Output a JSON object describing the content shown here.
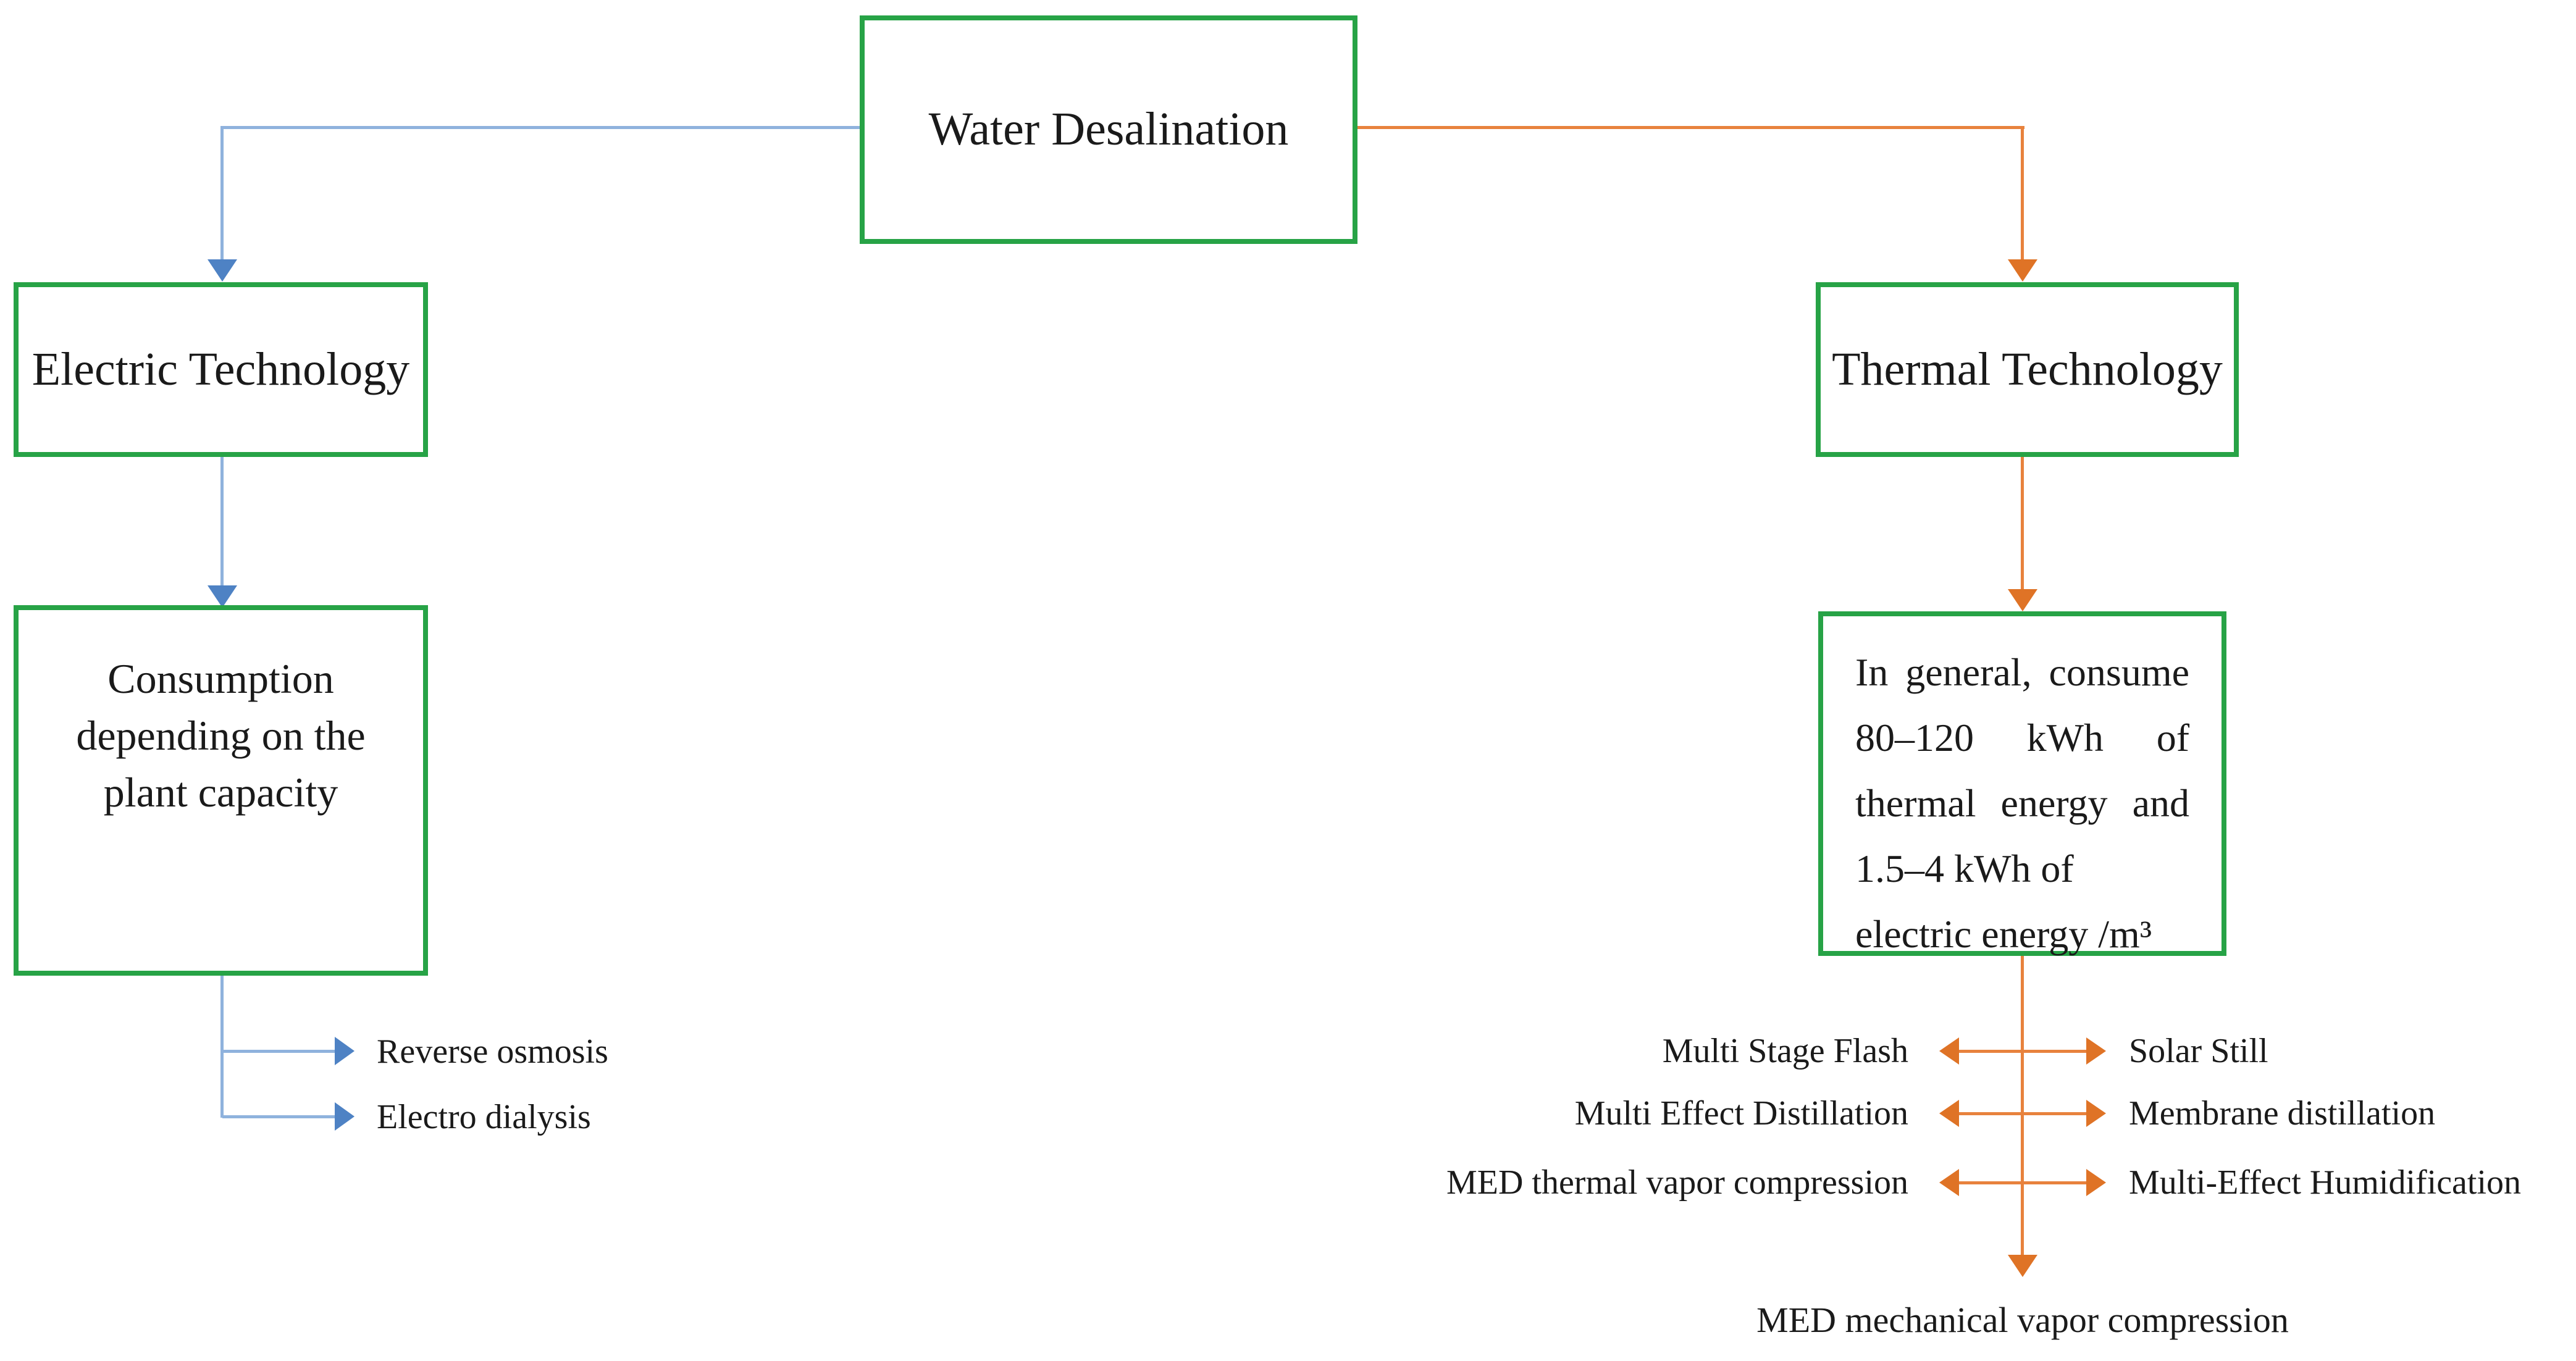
{
  "title": "Water Desalination technologies flowchart",
  "colors": {
    "box_border_green": "#27a346",
    "electric_branch_line_blue": "#8fb2dd",
    "electric_branch_arrow_blue": "#4e82c4",
    "thermal_branch_line_orange": "#e8823d",
    "thermal_branch_arrow_orange": "#df7326",
    "text": "#1a1a1a",
    "background": "#ffffff"
  },
  "nodes": {
    "water": {
      "label": "Water Desalination"
    },
    "electric": {
      "label": "Electric Technology"
    },
    "consumption": {
      "label": "Consumption depending on the plant capacity"
    },
    "thermal": {
      "label": "Thermal Technology"
    },
    "thermal_consumption": {
      "lines": [
        "In general, consume",
        "80–120 kWh of",
        "thermal energy and",
        "1.5–4 kWh of",
        "electric energy /m³"
      ]
    }
  },
  "electric_branch": {
    "items": [
      {
        "label": "Reverse osmosis"
      },
      {
        "label": "Electro dialysis"
      }
    ]
  },
  "thermal_branch": {
    "left_items": [
      {
        "label": "Multi Stage Flash"
      },
      {
        "label": "Multi Effect Distillation"
      },
      {
        "label": "MED thermal vapor compression"
      }
    ],
    "right_items": [
      {
        "label": "Solar Still"
      },
      {
        "label": "Membrane distillation"
      },
      {
        "label": "Multi-Effect Humidification"
      }
    ],
    "bottom_item": {
      "label": "MED mechanical vapor compression"
    }
  }
}
